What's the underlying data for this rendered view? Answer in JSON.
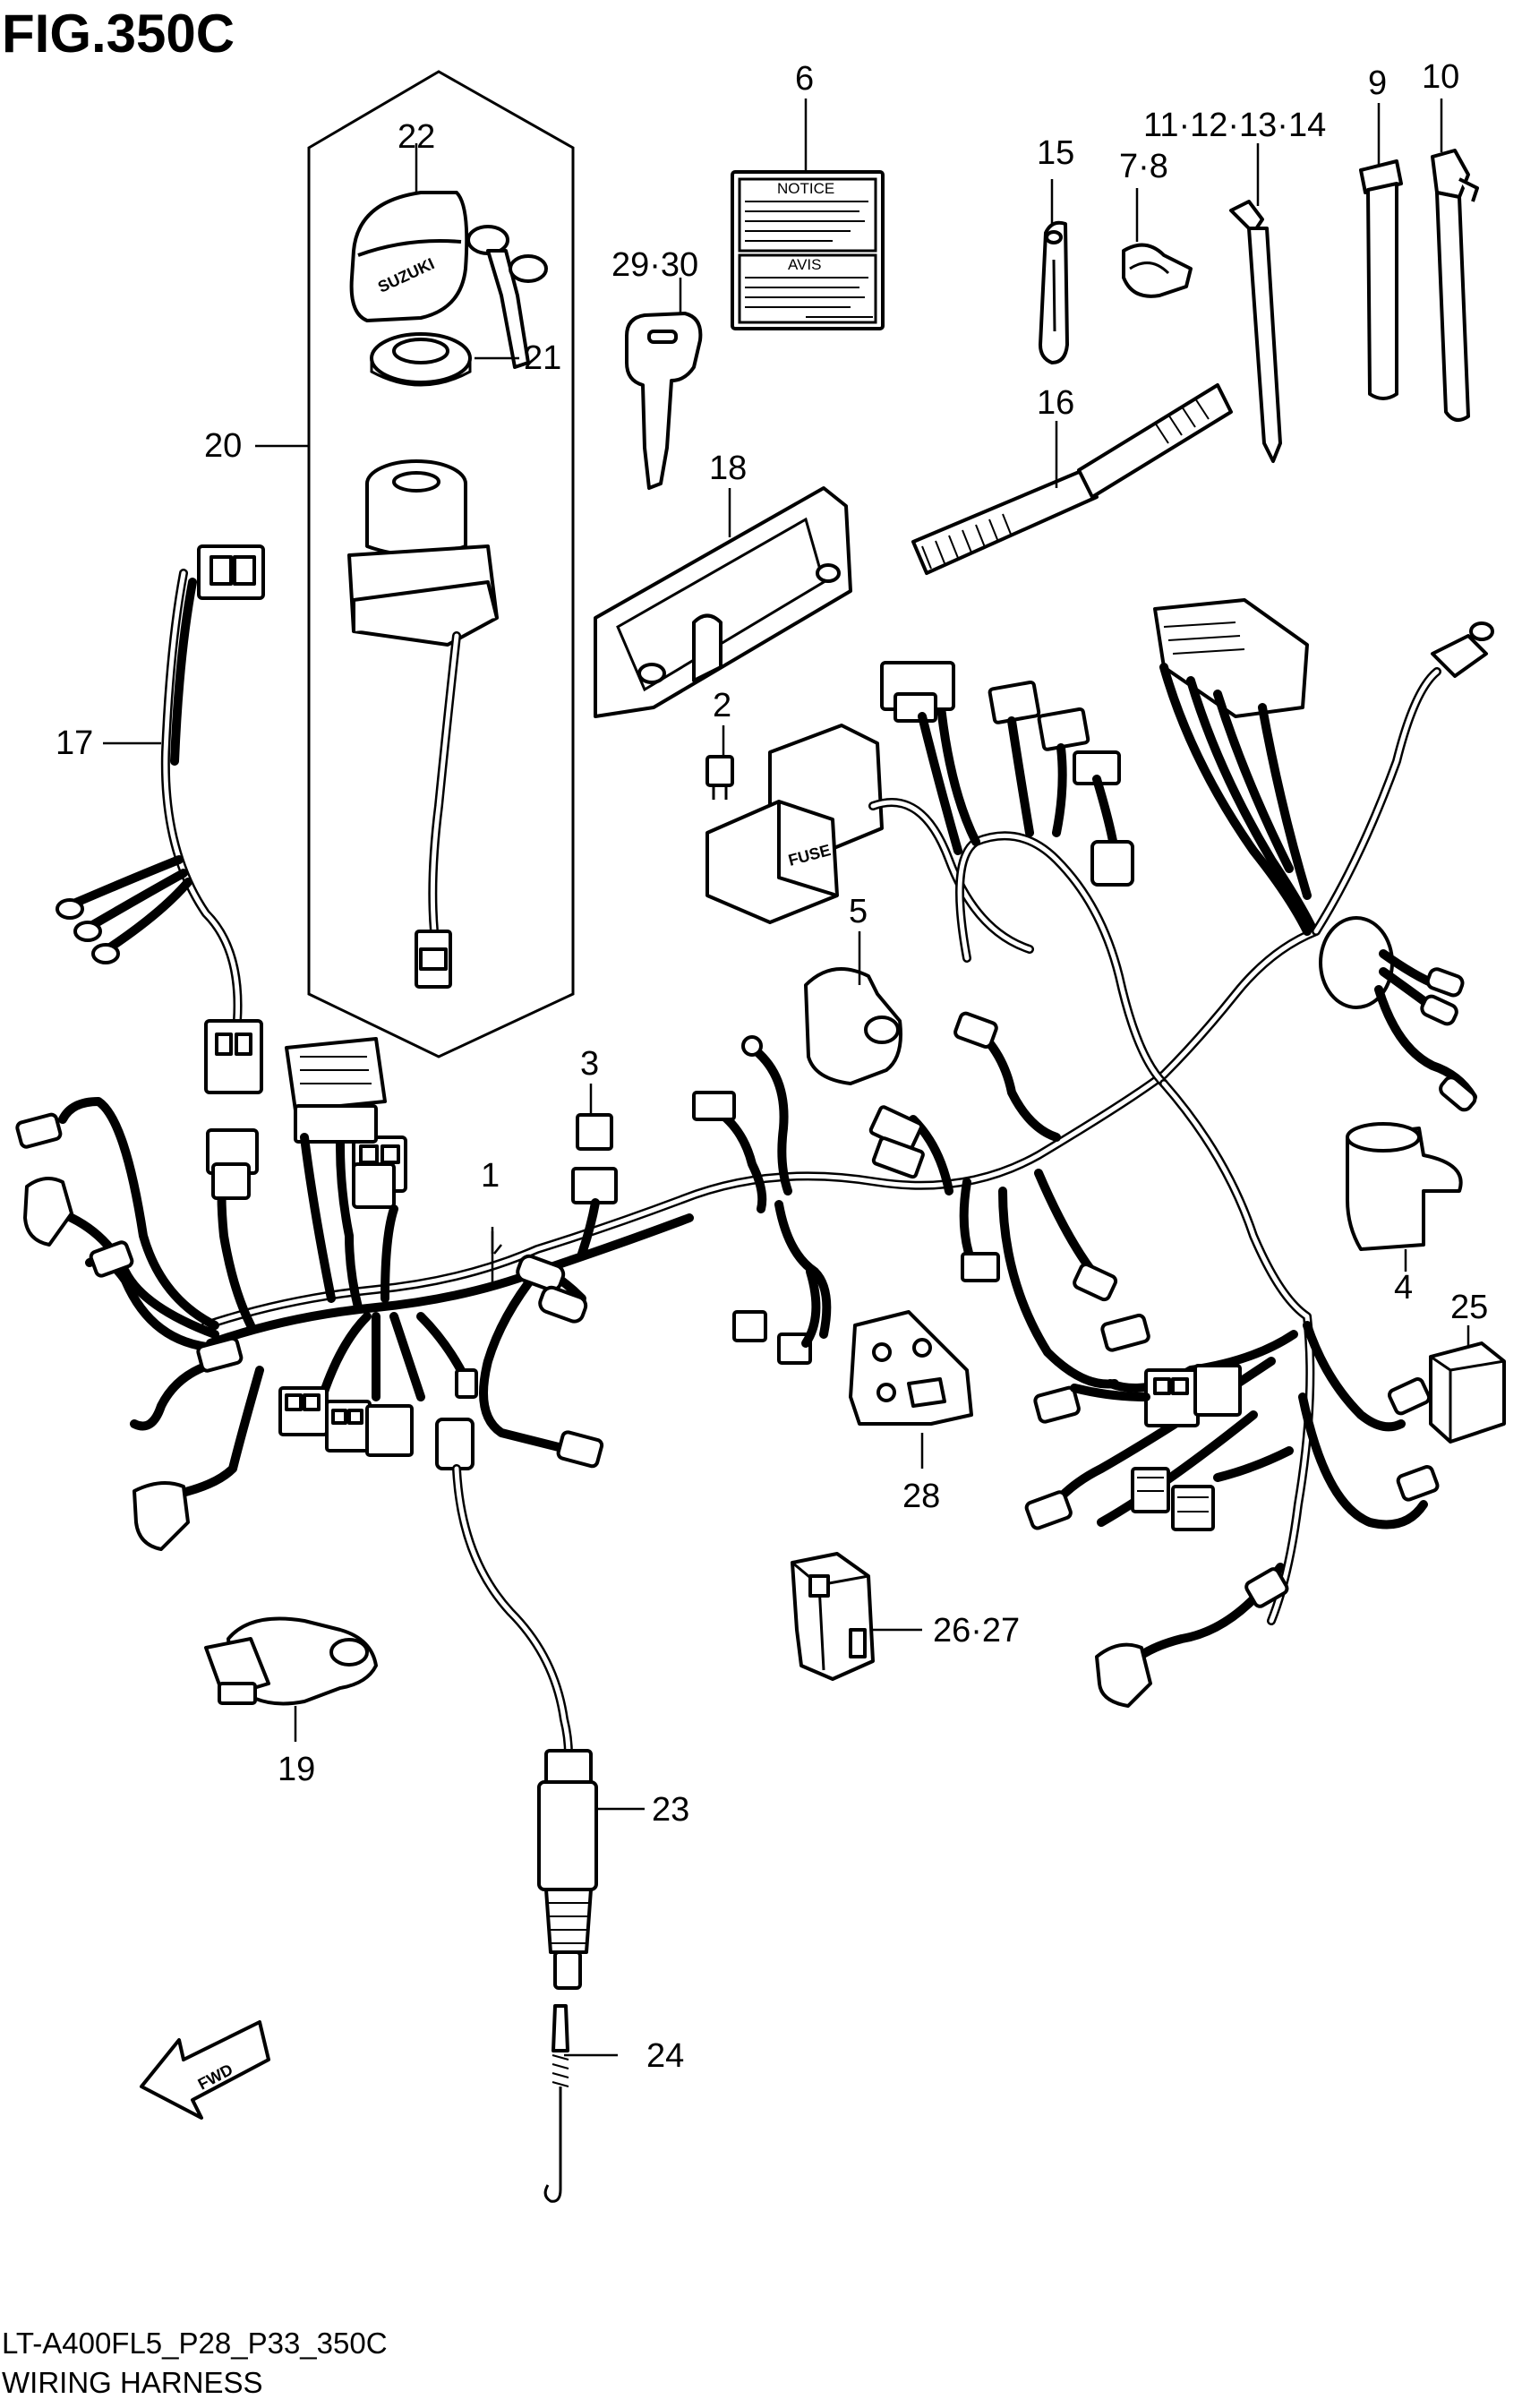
{
  "figure": {
    "title": "FIG.350C",
    "code": "LT-A400FL5_P28_P33_350C",
    "name": "WIRING HARNESS"
  },
  "callouts": [
    "1",
    "2",
    "3",
    "4",
    "5",
    "6",
    "7·8",
    "9",
    "10",
    "11·12·13·14",
    "15",
    "16",
    "17",
    "18",
    "19",
    "20",
    "21",
    "22",
    "23",
    "24",
    "25",
    "26·27",
    "28",
    "29·30"
  ],
  "part_text": {
    "label_notice": "NOTICE",
    "label_avis": "AVIS",
    "key_brand": "SUZUKI",
    "fuse": "FUSE",
    "fwd": "FWD"
  }
}
